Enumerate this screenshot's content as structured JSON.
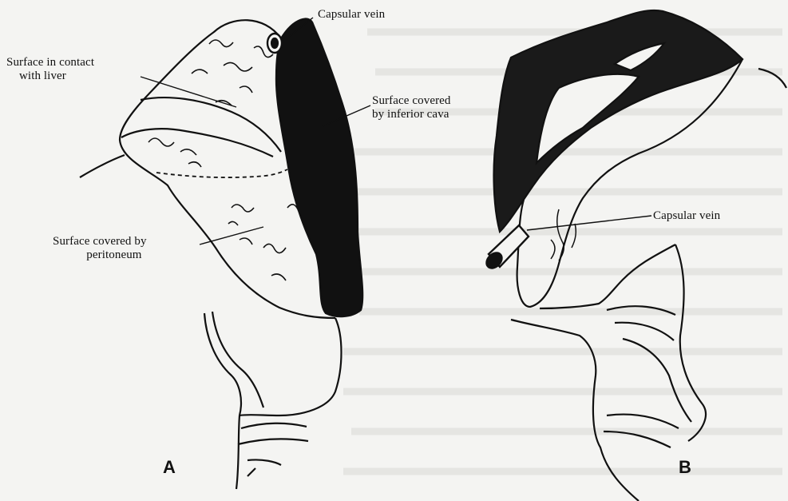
{
  "figure": {
    "panels": [
      {
        "letter": "A",
        "labels": {
          "capsular_vein": "Capsular vein",
          "liver_surface": [
            "Surface in contact",
            "with liver"
          ],
          "cava_surface": [
            "Surface covered",
            "by inferior cava"
          ],
          "peritoneum_surface": [
            "Surface covered by",
            "peritoneum"
          ]
        }
      },
      {
        "letter": "B",
        "labels": {
          "capsular_vein": "Capsular vein"
        }
      }
    ],
    "colors": {
      "ink": "#111111",
      "paper": "#f4f4f2"
    }
  }
}
